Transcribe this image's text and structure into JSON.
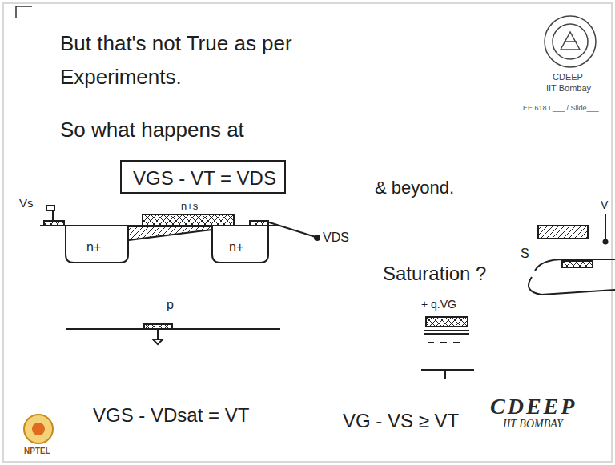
{
  "diagram": {
    "title": "But that's not True as per Experiments.",
    "nodes": [
      {
        "text": [
          "VGS - VT = VDS"
        ]
      }
    ],
    "labels": [
      "So what happens at",
      "& beyond.",
      "n+s",
      "Vs",
      "VDS",
      "n+",
      "n+",
      "p",
      "Saturation ?",
      "+ q.VG",
      "S",
      "V",
      "VGS - VDsat = VT",
      "VG - VS ≥ VT",
      "CDEEP",
      "IIT Bombay",
      "EE 618 L___ / Slide___",
      "CDEEP",
      "IIT BOMBAY",
      "NPTEL"
    ]
  }
}
